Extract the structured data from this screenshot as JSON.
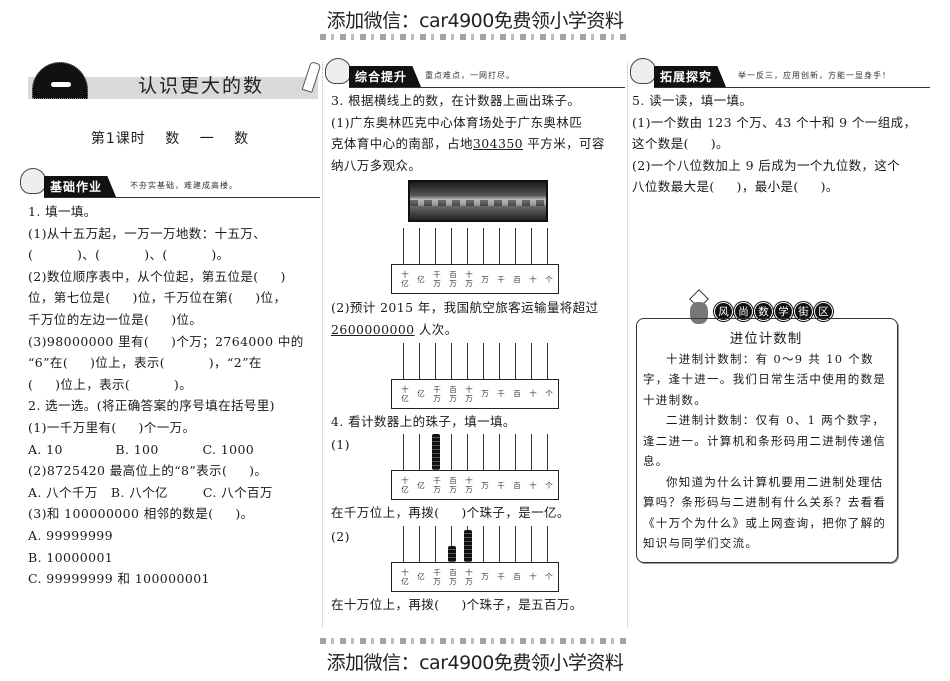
{
  "watermark": {
    "top": "添加微信：car4900免费领小学资料",
    "bottom": "添加微信：car4900免费领小学资料"
  },
  "left": {
    "unit_number": "一",
    "unit_title": "认识更大的数",
    "lesson": {
      "label": "第1课时",
      "title_parts": [
        "数",
        "一",
        "数"
      ]
    },
    "section": {
      "label": "基础作业",
      "motto": "不夯实基础，难建成高楼。"
    },
    "lines": [
      "1. 填一填。",
      "(1)从十五万起，一万一万地数：十五万、",
      "(          )、(          )、(          )。",
      "(2)数位顺序表中，从个位起，第五位是(     )",
      "位，第七位是(     )位，千万位在第(     )位，",
      "千万位的左边一位是(     )位。",
      "(3)98000000 里有(     )个万；2764000 中的",
      "“6”在(     )位上，表示(          )，“2”在",
      "(     )位上，表示(          )。",
      "2. 选一选。(将正确答案的序号填在括号里)",
      "(1)一千万里有(     )个一万。",
      "A. 10            B. 100          C. 1000",
      "(2)8725420 最高位上的“8”表示(     )。",
      "A. 八个千万   B. 八个亿        C. 八个百万",
      "(3)和 100000000 相邻的数是(     )。",
      "A. 99999999",
      "B. 10000001",
      "C. 99999999 和 100000001"
    ]
  },
  "middle": {
    "section": {
      "label": "综合提升",
      "motto": "重点难点，一网打尽。"
    },
    "q3": {
      "title": "3. 根据横线上的数，在计数器上画出珠子。",
      "p1_lines": [
        "(1)广东奥林匹克中心体育场处于广东奥林匹",
        "克体育中心的南部，占地",
        "304350",
        " 平方米，可容",
        "纳八万多观众。"
      ],
      "p2_lines": [
        "(2)预计 2015 年，我国航空旅客运输量将超过",
        "2600000000",
        " 人次。"
      ]
    },
    "abacus_labels": [
      [
        "十",
        "亿"
      ],
      [
        "亿"
      ],
      [
        "千",
        "万"
      ],
      [
        "百",
        "万"
      ],
      [
        "十",
        "万"
      ],
      [
        "万"
      ],
      [
        "千"
      ],
      [
        "百"
      ],
      [
        "十"
      ],
      [
        "个"
      ]
    ],
    "q4": {
      "title": "4. 看计数器上的珠子，填一填。",
      "p1_label": "(1)",
      "p1_beads": {
        "千万": 9
      },
      "p1_text": "在千万位上，再拨(     )个珠子，是一亿。",
      "p2_label": "(2)",
      "p2_beads": {
        "百万": 4,
        "十万": 8
      },
      "p2_text": "在十万位上，再拨(     )个珠子，是五百万。"
    }
  },
  "right": {
    "section": {
      "label": "拓展探究",
      "motto": "举一反三，应用创新，方能一显身手！"
    },
    "lines": [
      "5. 读一读，填一填。",
      "(1)一个数由 123 个万、43 个十和 9 个一组成，",
      "这个数是(     )。",
      "(2)一个八位数加上 9 后成为一个九位数，这个",
      "八位数最大是(     )，最小是(     )。"
    ],
    "box": {
      "header_chars": [
        "风",
        "尚",
        "数",
        "学",
        "街",
        "区"
      ],
      "title": "进位计数制",
      "paras": [
        "十进制计数制：有 0～9 共 10 个数字，逢十进一。我们日常生活中使用的数是十进制数。",
        "二进制计数制：仅有 0、1 两个数字，逢二进一。计算机和条形码用二进制传递信息。",
        "你知道为什么计算机要用二进制处理估算吗？条形码与二进制有什么关系？去看看《十万个为什么》或上网查询，把你了解的知识与同学们交流。"
      ]
    }
  }
}
